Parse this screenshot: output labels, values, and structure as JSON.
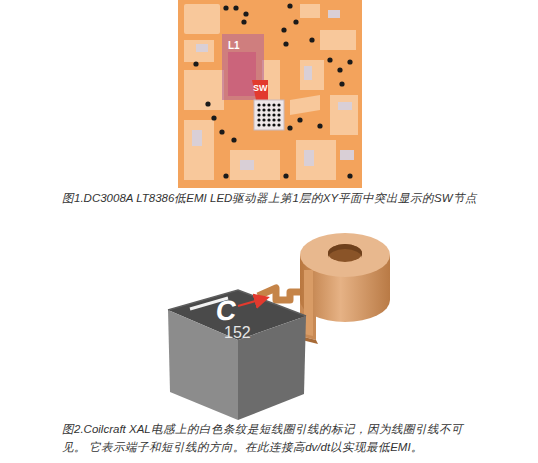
{
  "diagram": {
    "labels": [
      "L1",
      "SW",
      "图1.DC3008A LT8386低EMI LED驱动器上第1层的XY平面中突出显示的SW节点",
      "C",
      "152",
      "图2.Coilcraft XAL电感上的白色条纹是短线圈引线的标记，因为线圈引线不可见。 它表示端子和短引线的方向。在此连接高dv/dt以实现最低EMI。"
    ]
  }
}
